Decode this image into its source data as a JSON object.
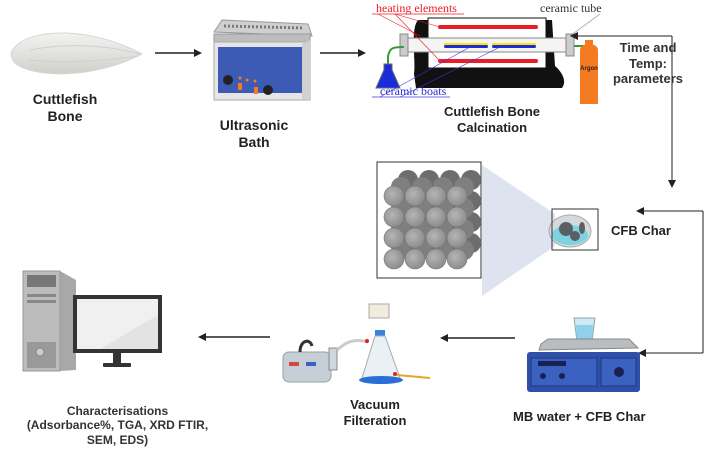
{
  "diagram": {
    "steps": [
      {
        "id": "cuttlefish-bone",
        "label_line1": "Cuttlefish",
        "label_line2": "Bone"
      },
      {
        "id": "ultrasonic-bath",
        "label_line1": "Ultrasonic",
        "label_line2": "Bath"
      },
      {
        "id": "calcination",
        "label_line1": "Cuttlefish Bone",
        "label_line2": "Calcination"
      },
      {
        "id": "cfb-char",
        "label": "CFB Char"
      },
      {
        "id": "mb-water",
        "label": "MB water +  CFB Char"
      },
      {
        "id": "vacuum-filtration",
        "label_line1": "Vacuum",
        "label_line2": "Filteration"
      },
      {
        "id": "characterisation",
        "label_line1": "Characterisations",
        "label_line2": "(Adsorbance%, TGA, XRD FTIR,",
        "label_line3": "SEM, EDS)"
      }
    ],
    "furnace_annotations": {
      "heating_elements": "heating elements",
      "ceramic_tube": "ceramic tube",
      "ceramic_boats": "ceramic boats",
      "gas_cylinder": "Argon"
    },
    "parameters": {
      "line1": "Time and",
      "line2": "Temp:",
      "line3": "parameters"
    },
    "colors": {
      "heating": "#ee1c25",
      "boat_top": "#ffe600",
      "boat_bottom": "#1a2bdc",
      "argon": "#f47b20",
      "device_blue": "#2f4fa8",
      "arrow": "#222222"
    }
  }
}
